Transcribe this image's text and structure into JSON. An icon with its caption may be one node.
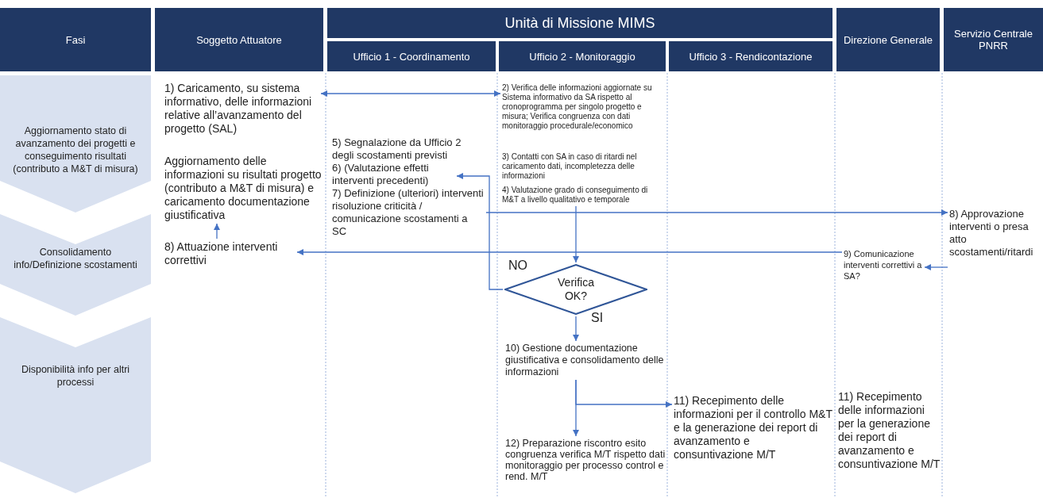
{
  "diagram": {
    "nodes": [
      {
        "text": [
          "Fasi"
        ]
      },
      {
        "text": [
          "Soggetto Attuatore"
        ]
      },
      {
        "text": [
          "Unità di Missione MIMS"
        ]
      },
      {
        "text": [
          "Ufficio 1 - Coordinamento"
        ]
      },
      {
        "text": [
          "Ufficio 2 - Monitoraggio"
        ]
      },
      {
        "text": [
          "Ufficio 3 - Rendicontazione"
        ]
      },
      {
        "text": [
          "Direzione Generale"
        ]
      },
      {
        "text": [
          "Servizio Centrale PNRR"
        ]
      },
      {
        "text": [
          "Aggiornamento stato di avanzamento dei progetti e conseguimento risultati (contributo a M&T di misura)"
        ]
      },
      {
        "text": [
          "Consolidamento info/Definizione scostamenti"
        ]
      },
      {
        "text": [
          "Disponibilità info per altri processi"
        ]
      },
      {
        "text": [
          "1) Caricamento, su sistema informativo, delle informazioni relative all’avanzamento del progetto (SAL)"
        ]
      },
      {
        "text": [
          "Aggiornamento delle informazioni su risultati progetto (contributo a M&T di misura) e caricamento documentazione giustificativa"
        ]
      },
      {
        "text": [
          "8) Attuazione interventi correttivi"
        ]
      },
      {
        "text": [
          "2) Verifica delle informazioni aggiornate su Sistema informativo da SA rispetto al cronoprogramma per singolo progetto e misura; Verifica congruenza con dati monitoraggio procedurale/economico"
        ]
      },
      {
        "text": [
          "3) Contatti con SA in caso di ritardi nel caricamento dati, incompletezza delle informazioni"
        ]
      },
      {
        "text": [
          "4) Valutazione grado di conseguimento di M&T a livello qualitativo e temporale"
        ]
      },
      {
        "text": [
          "5) Segnalazione da Ufficio 2 degli scostamenti previsti"
        ]
      },
      {
        "text": [
          "6) (Valutazione effetti interventi precedenti)"
        ]
      },
      {
        "text": [
          "7) Definizione (ulteriori) interventi risoluzione criticità / comunicazione scostamenti a SC"
        ]
      },
      {
        "text": [
          "Verifica OK?"
        ]
      },
      {
        "text": [
          "10) Gestione documentazione giustificativa e consolidamento delle informazioni"
        ]
      },
      {
        "text": [
          "12) Preparazione riscontro esito congruenza verifica M/T rispetto dati monitoraggio per processo control e rend. M/T"
        ]
      },
      {
        "text": [
          "11) Recepimento delle informazioni per il controllo M&T e la generazione dei report di avanzamento e consuntivazione M/T"
        ]
      },
      {
        "text": [
          "9) Comunicazione interventi correttivi a SA?"
        ]
      },
      {
        "text": [
          "8) Approvazione interventi o presa atto scostamenti/ritardi"
        ]
      },
      {
        "text": [
          "11) Recepimento delle informazioni per la generazione dei report di avanzamento e consuntivazione M/T"
        ]
      }
    ],
    "edges": [
      {
        "from": 11,
        "to": 14,
        "arrow": "both"
      },
      {
        "from": 13,
        "to": 12,
        "arrow": "to"
      },
      {
        "from": 16,
        "to": 20,
        "arrow": "to"
      },
      {
        "from": 20,
        "to": 18,
        "arrow": "to",
        "label": "NO"
      },
      {
        "from": 19,
        "to": 25,
        "arrow": "to"
      },
      {
        "from": 24,
        "to": 13,
        "arrow": "to"
      },
      {
        "from": 25,
        "to": 24,
        "arrow": "to"
      },
      {
        "from": 20,
        "to": 21,
        "arrow": "to",
        "label": "SI"
      },
      {
        "from": 21,
        "to": 23,
        "arrow": "to"
      },
      {
        "from": 21,
        "to": 22,
        "arrow": "to"
      }
    ]
  }
}
